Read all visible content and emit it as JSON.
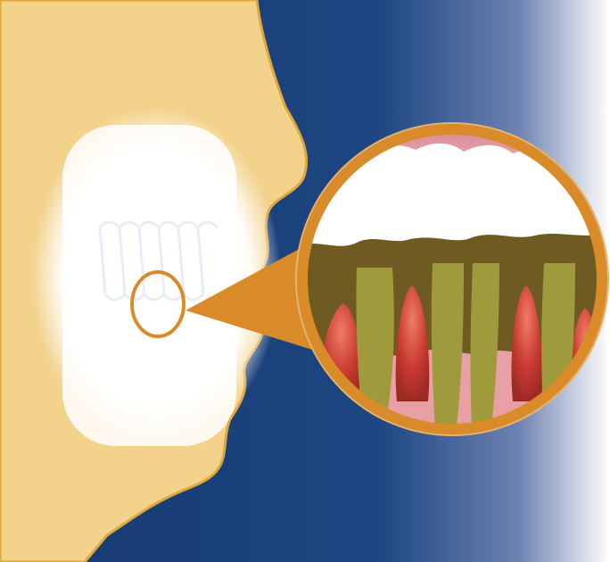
{
  "illustration": {
    "colors": {
      "background_blue": "#17386e",
      "face_skin": "#f3d28c",
      "face_outline": "#e0a73d",
      "teeth_glow": "#ffffff",
      "magnifier_ring": "#d98b2a",
      "gum_pink": "#e8a0a6",
      "tooth_white": "#ffffff",
      "tartar_brown": "#6f5a22",
      "root_olive": "#9f9a3c",
      "inflamed_red": "#c83a30",
      "bone_beige": "#f0dfb5",
      "bone_pores": "#c98a5b"
    },
    "icons": [
      "face-profile",
      "teeth",
      "magnifier-circle",
      "gum-disease-cross-section"
    ]
  }
}
